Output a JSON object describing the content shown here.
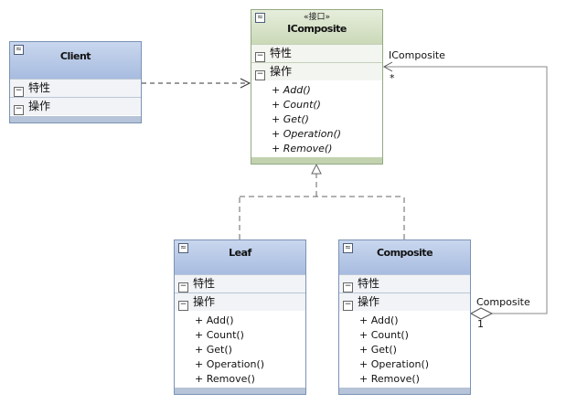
{
  "sections": {
    "attributes": "特性",
    "operations": "操作"
  },
  "client": {
    "name": "Client"
  },
  "icomposite": {
    "stereotype": "«接口»",
    "name": "IComposite",
    "operations": [
      "+ Add()",
      "+ Count()",
      "+ Get()",
      "+ Operation()",
      "+ Remove()"
    ]
  },
  "leaf": {
    "name": "Leaf",
    "operations": [
      "+ Add()",
      "+ Count()",
      "+ Get()",
      "+ Operation()",
      "+ Remove()"
    ]
  },
  "composite": {
    "name": "Composite",
    "operations": [
      "+ Add()",
      "+ Count()",
      "+ Get()",
      "+ Operation()",
      "+ Remove()"
    ]
  },
  "association": {
    "target_role": "IComposite",
    "target_multiplicity": "*",
    "source_role": "Composite",
    "source_multiplicity": "1"
  },
  "icons": {
    "collapse": "double-chevron-up-icon",
    "section": "minus-box-icon"
  },
  "colors": {
    "class_header": "#b4c6e7",
    "interface_header": "#d4e2c4",
    "border": "#7b93b5"
  }
}
